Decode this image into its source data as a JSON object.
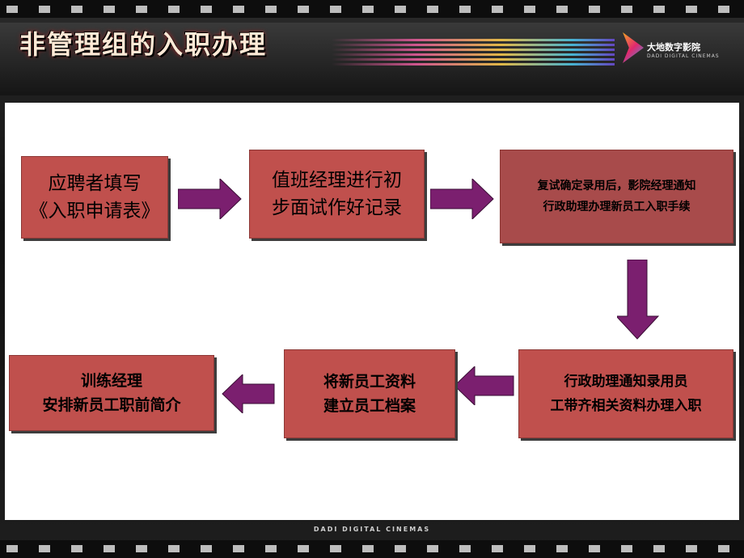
{
  "slide": {
    "title": "非管理组的入职办理",
    "footer": "DADI DIGITAL CINEMAS"
  },
  "logo": {
    "name_cn": "大地数字影院",
    "name_en": "DADI DIGITAL CINEMAS"
  },
  "colors": {
    "box_fill": "#c0504d",
    "box_fill_dark": "#a84b4b",
    "arrow_fill": "#7b1f6f"
  },
  "flow": {
    "step1": [
      "应聘者填写",
      "《入职申请表》"
    ],
    "step2": [
      "值班经理进行初",
      "步面试作好记录"
    ],
    "step3": [
      "复试确定录用后，影院经理通知",
      "行政助理办理新员工入职手续"
    ],
    "step4": [
      "行政助理通知录用员",
      "工带齐相关资料办理入职"
    ],
    "step5": [
      "将新员工资料",
      "建立员工档案"
    ],
    "step6": [
      "训练经理",
      "安排新员工职前简介"
    ]
  }
}
